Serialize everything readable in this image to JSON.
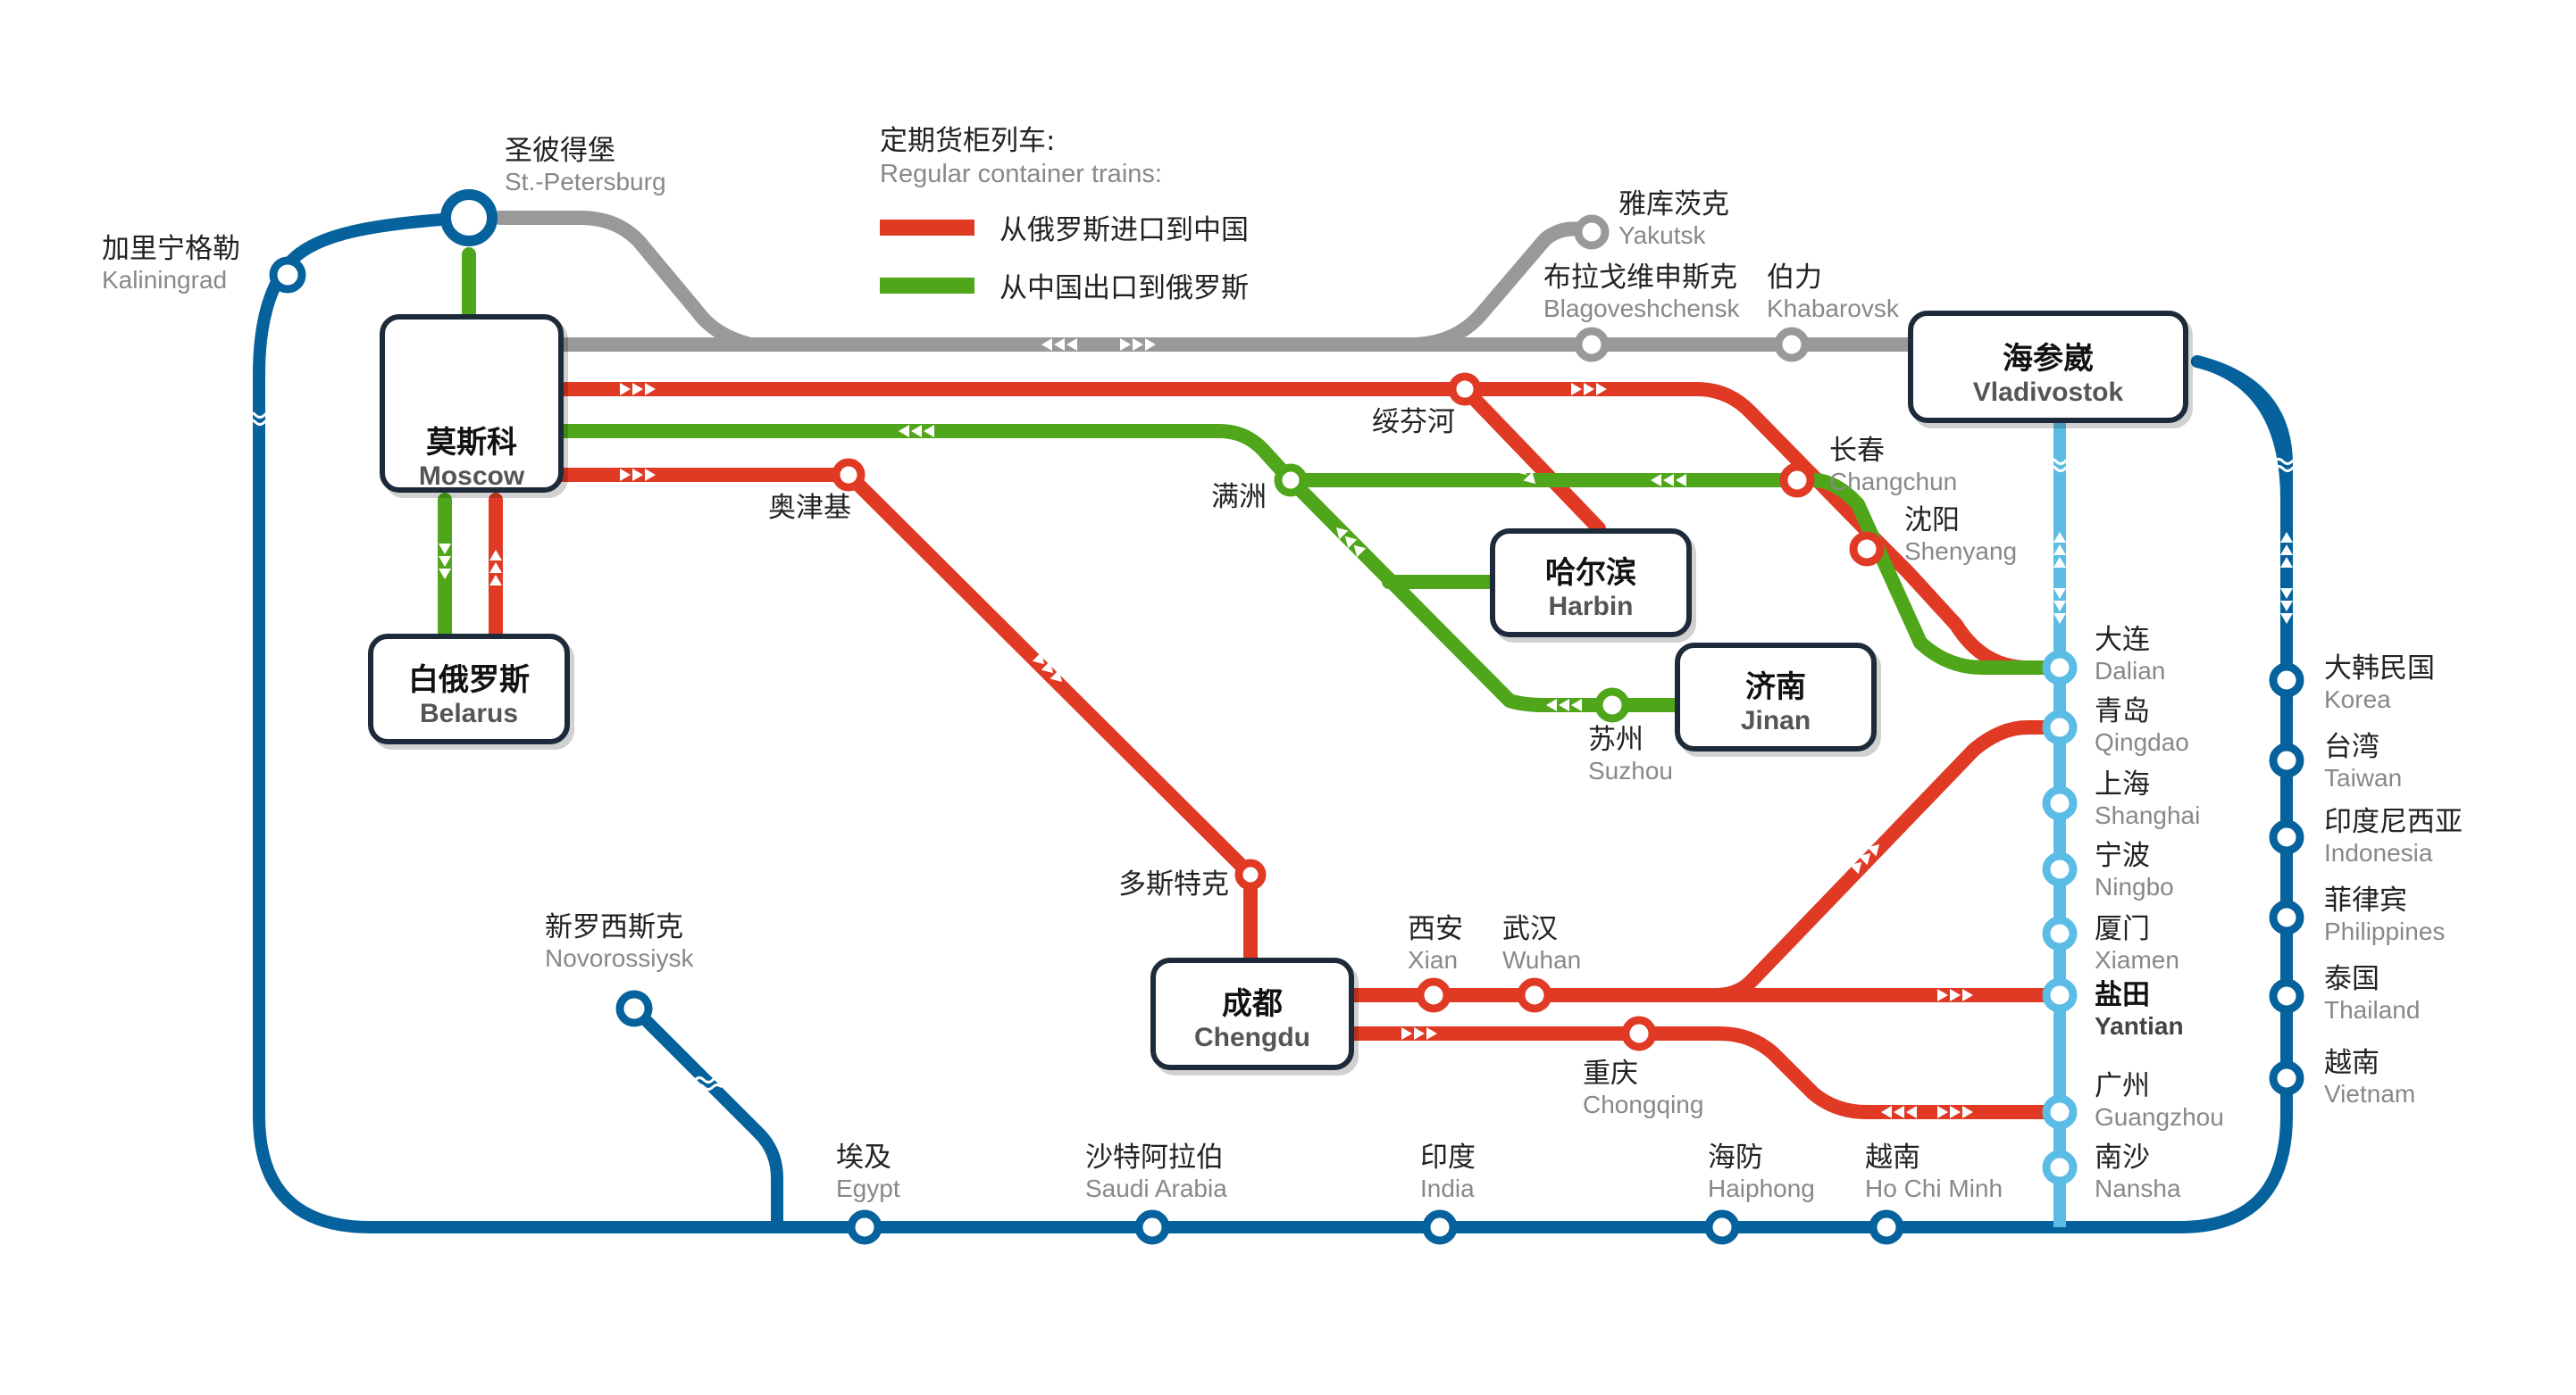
{
  "colors": {
    "sea": "#06629c",
    "sea_light": "#5bbde6",
    "rail_grey": "#999999",
    "import_red": "#e03a25",
    "export_green": "#4fa61a",
    "hub_border": "#1c2a3a"
  },
  "legend": {
    "title_zh": "定期货柜列车:",
    "title_en": "Regular container trains:",
    "items": [
      {
        "label": "从俄罗斯进口到中国",
        "color": "#e03a25"
      },
      {
        "label": "从中国出口到俄罗斯",
        "color": "#4fa61a"
      }
    ]
  },
  "hubs": {
    "moscow": {
      "zh": "莫斯科",
      "en": "Moscow"
    },
    "belarus": {
      "zh": "白俄罗斯",
      "en": "Belarus"
    },
    "vladivostok": {
      "zh": "海参崴",
      "en": "Vladivostok"
    },
    "harbin": {
      "zh": "哈尔滨",
      "en": "Harbin"
    },
    "jinan": {
      "zh": "济南",
      "en": "Jinan"
    },
    "chengdu": {
      "zh": "成都",
      "en": "Chengdu"
    }
  },
  "stations": {
    "st_petersburg": {
      "zh": "圣彼得堡",
      "en": "St.-Petersburg"
    },
    "kaliningrad": {
      "zh": "加里宁格勒",
      "en": "Kaliningrad"
    },
    "yakutsk": {
      "zh": "雅库茨克",
      "en": "Yakutsk"
    },
    "blagoveshchensk": {
      "zh": "布拉戈维申斯克",
      "en": "Blagoveshchensk"
    },
    "khabarovsk": {
      "zh": "伯力",
      "en": "Khabarovsk"
    },
    "suifenhe": {
      "zh": "绥芬河"
    },
    "manzhouli": {
      "zh": "满洲"
    },
    "otpor": {
      "zh": "奥津基"
    },
    "dostyk": {
      "zh": "多斯特克"
    },
    "changchun": {
      "zh": "长春",
      "en": "Changchun"
    },
    "shenyang": {
      "zh": "沈阳",
      "en": "Shenyang"
    },
    "suzhou": {
      "zh": "苏州",
      "en": "Suzhou"
    },
    "xian": {
      "zh": "西安",
      "en": "Xian"
    },
    "wuhan": {
      "zh": "武汉",
      "en": "Wuhan"
    },
    "chongqing": {
      "zh": "重庆",
      "en": "Chongqing"
    },
    "novorossiysk": {
      "zh": "新罗西斯克",
      "en": "Novorossiysk"
    },
    "egypt": {
      "zh": "埃及",
      "en": "Egypt"
    },
    "saudi": {
      "zh": "沙特阿拉伯",
      "en": "Saudi Arabia"
    },
    "india": {
      "zh": "印度",
      "en": "India"
    },
    "haiphong": {
      "zh": "海防",
      "en": "Haiphong"
    },
    "hcm": {
      "zh": "越南",
      "en": "Ho Chi Minh"
    },
    "dalian": {
      "zh": "大连",
      "en": "Dalian"
    },
    "qingdao": {
      "zh": "青岛",
      "en": "Qingdao"
    },
    "shanghai": {
      "zh": "上海",
      "en": "Shanghai"
    },
    "ningbo": {
      "zh": "宁波",
      "en": "Ningbo"
    },
    "xiamen": {
      "zh": "厦门",
      "en": "Xiamen"
    },
    "yantian": {
      "zh": "盐田",
      "en": "Yantian"
    },
    "guangzhou": {
      "zh": "广州",
      "en": "Guangzhou"
    },
    "nansha": {
      "zh": "南沙",
      "en": "Nansha"
    },
    "korea": {
      "zh": "大韩民国",
      "en": "Korea"
    },
    "taiwan": {
      "zh": "台湾",
      "en": "Taiwan"
    },
    "indonesia": {
      "zh": "印度尼西亚",
      "en": "Indonesia"
    },
    "philippines": {
      "zh": "菲律宾",
      "en": "Philippines"
    },
    "thailand": {
      "zh": "泰国",
      "en": "Thailand"
    },
    "vietnam": {
      "zh": "越南",
      "en": "Vietnam"
    }
  }
}
